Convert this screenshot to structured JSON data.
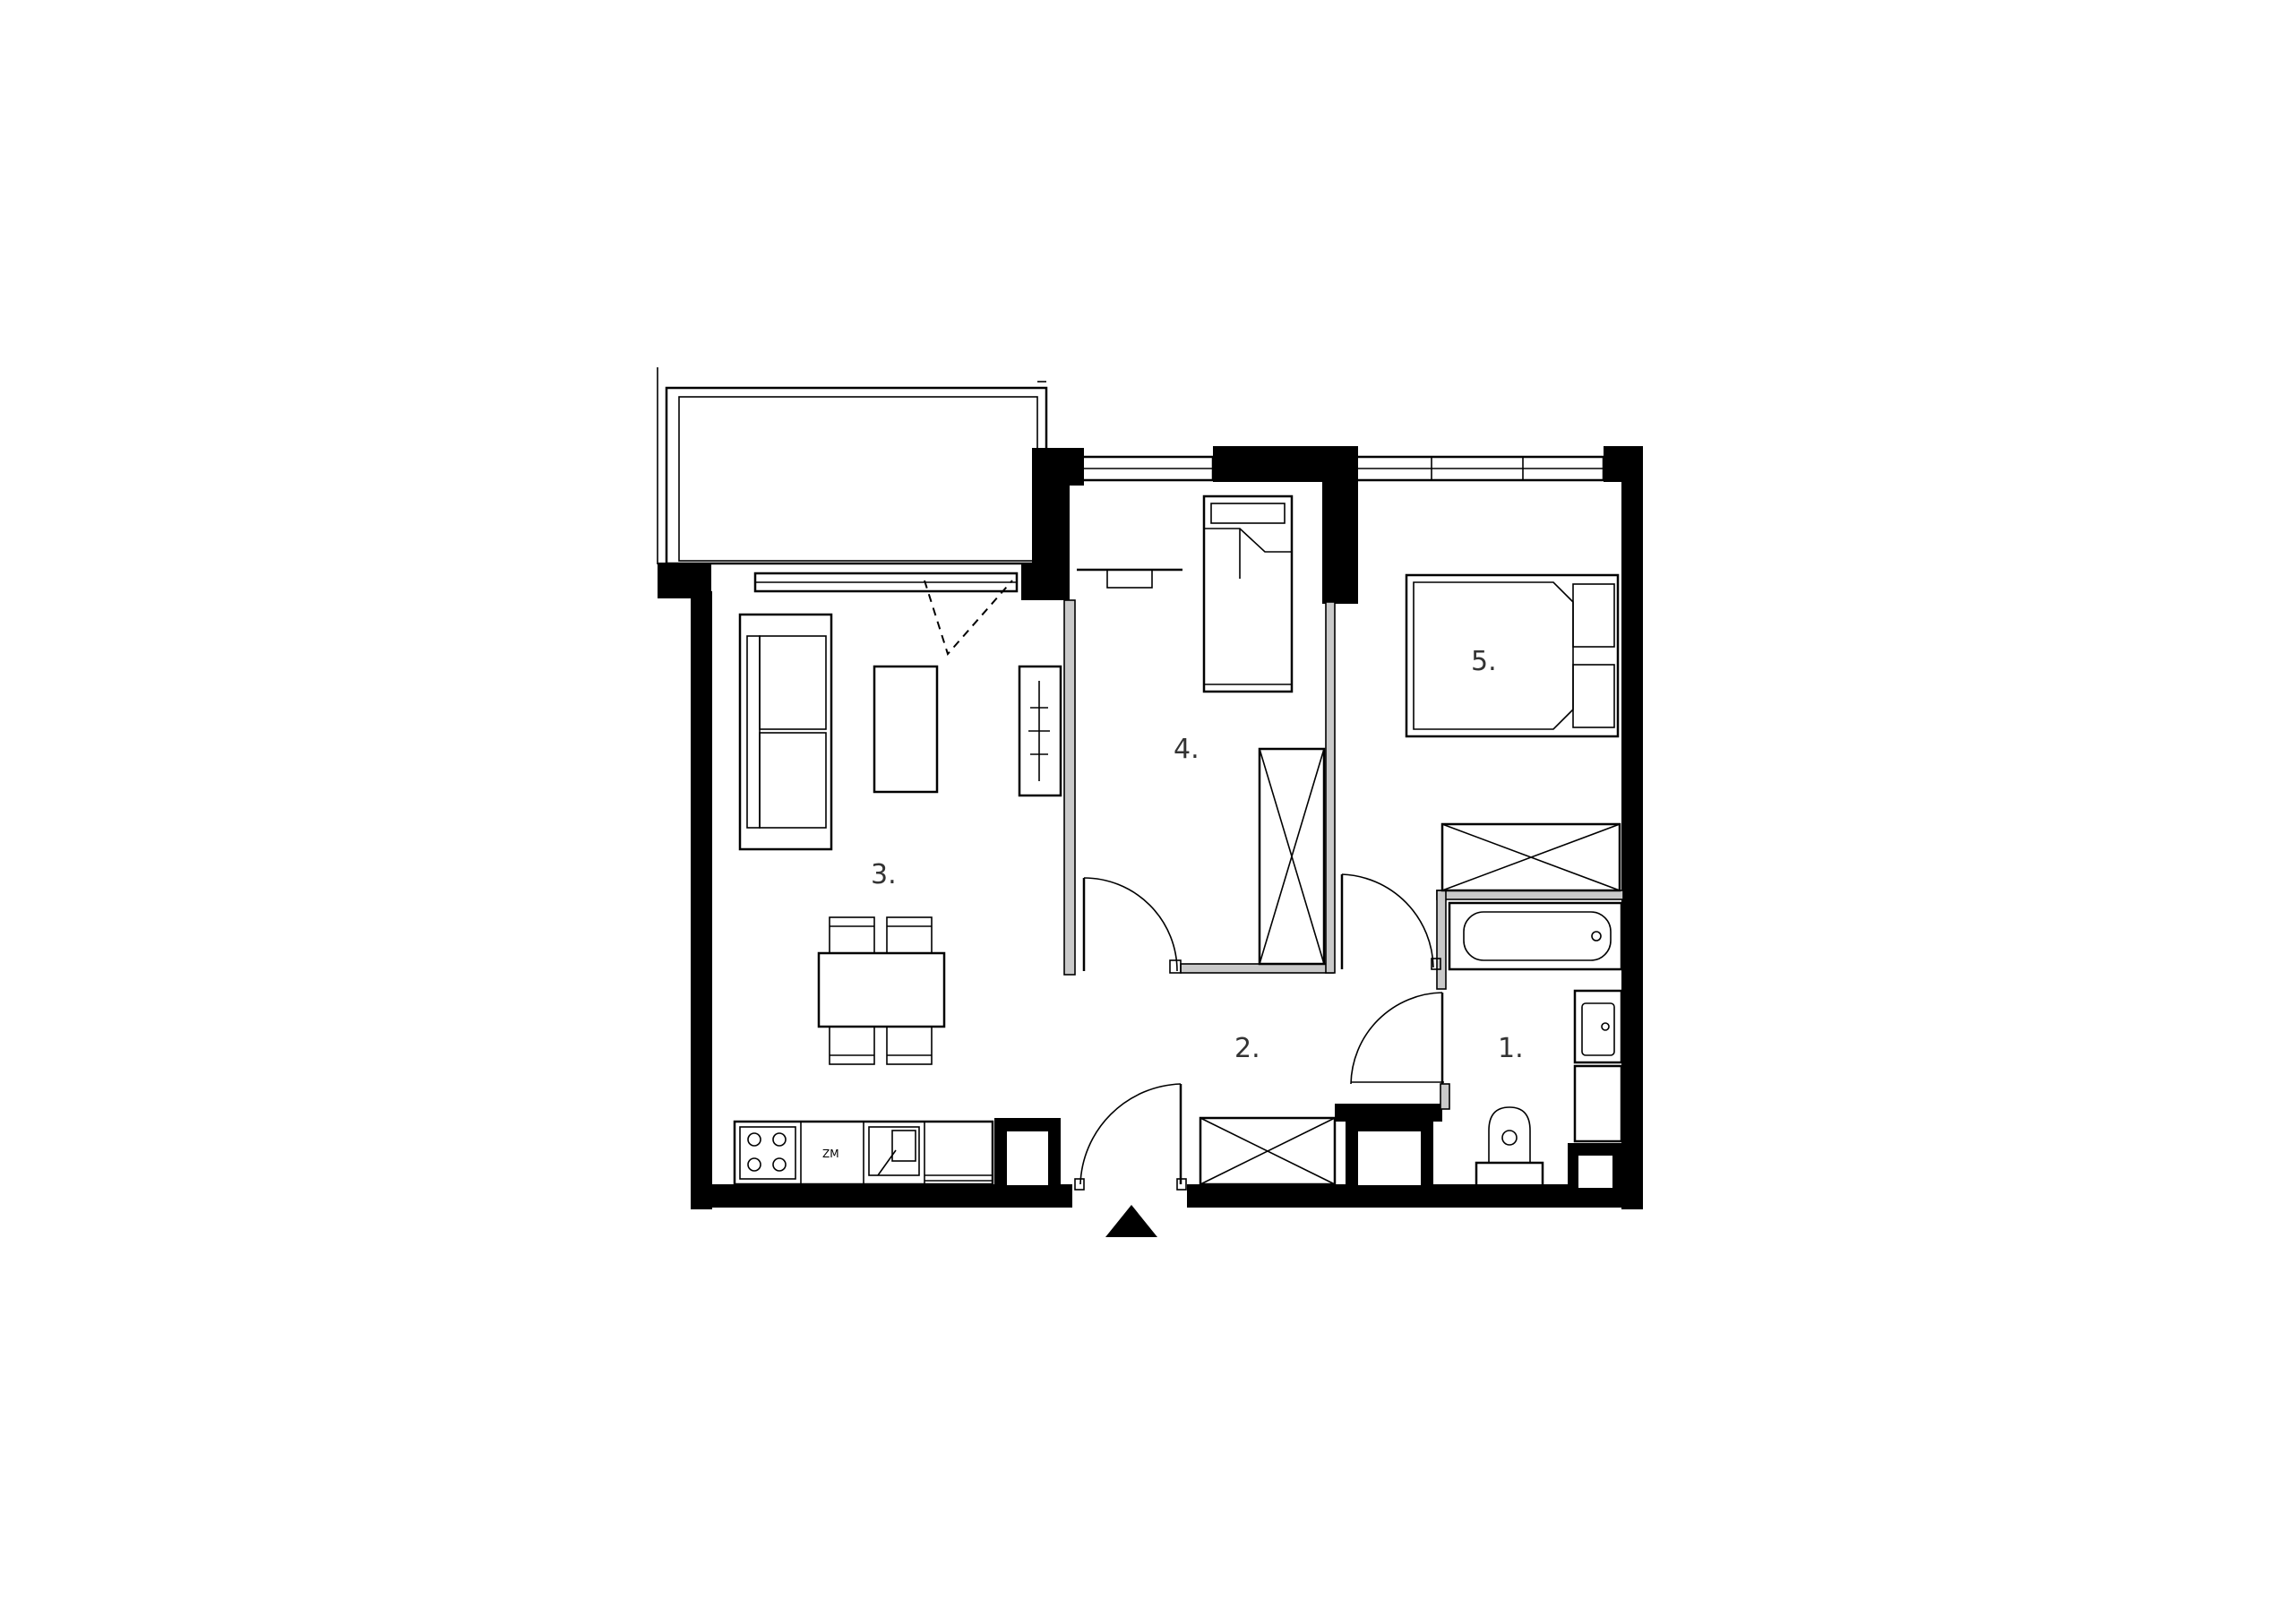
{
  "rooms": [
    {
      "id": "1",
      "label": "1."
    },
    {
      "id": "2",
      "label": "2."
    },
    {
      "id": "3",
      "label": "3."
    },
    {
      "id": "4",
      "label": "4."
    },
    {
      "id": "5",
      "label": "5."
    }
  ],
  "kitchen": {
    "fridge_label": "ZM"
  },
  "icons": {
    "entrance": "entrance-triangle-icon"
  },
  "colors": {
    "wall": "#000000",
    "partition": "#c9c9c9",
    "background": "#ffffff"
  }
}
